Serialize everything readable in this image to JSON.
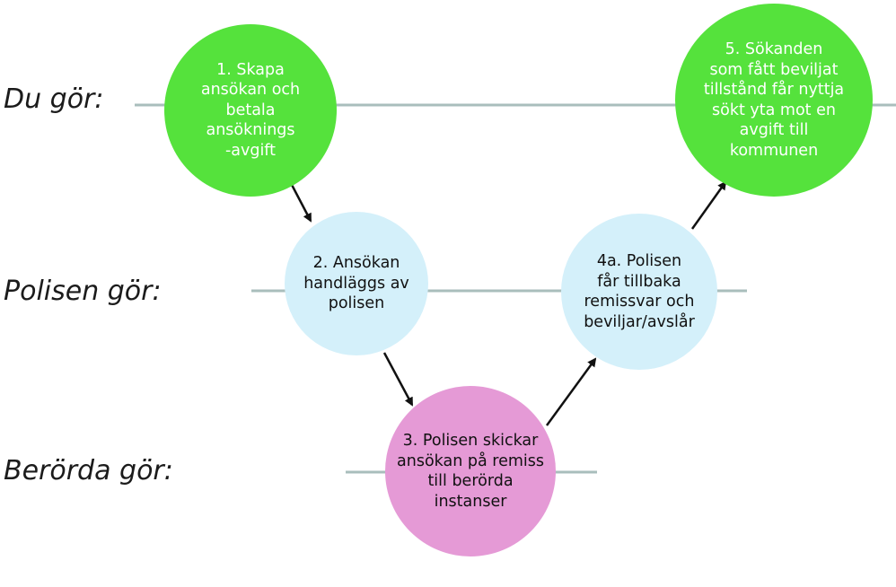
{
  "lanes": [
    {
      "label": "Du gör:"
    },
    {
      "label": "Polisen gör:"
    },
    {
      "label": "Berörda gör:"
    }
  ],
  "steps": [
    {
      "text": "1. Skapa\nansökan och\nbetala\nansöknings\n-avgift",
      "lane": 0
    },
    {
      "text": "2. Ansökan\nhandläggs av\npolisen",
      "lane": 1
    },
    {
      "text": "3. Polisen skickar\nansökan på remiss\ntill berörda\ninstanser",
      "lane": 2
    },
    {
      "text": "4a. Polisen\nfår tillbaka\nremissvar och\nbeviljar/avslår",
      "lane": 1
    },
    {
      "text": "5. Sökanden\nsom fått beviljat\ntillstånd får nyttja\nsökt yta mot en\navgift till\nkommunen",
      "lane": 0
    }
  ],
  "colors": {
    "you": "#55e23c",
    "police": "#d4f0fa",
    "affected": "#e59ad6",
    "lane_line": "#a9bebc",
    "arrow": "#111111",
    "text_on_green": "#ffffff",
    "text_dark": "#111111"
  }
}
